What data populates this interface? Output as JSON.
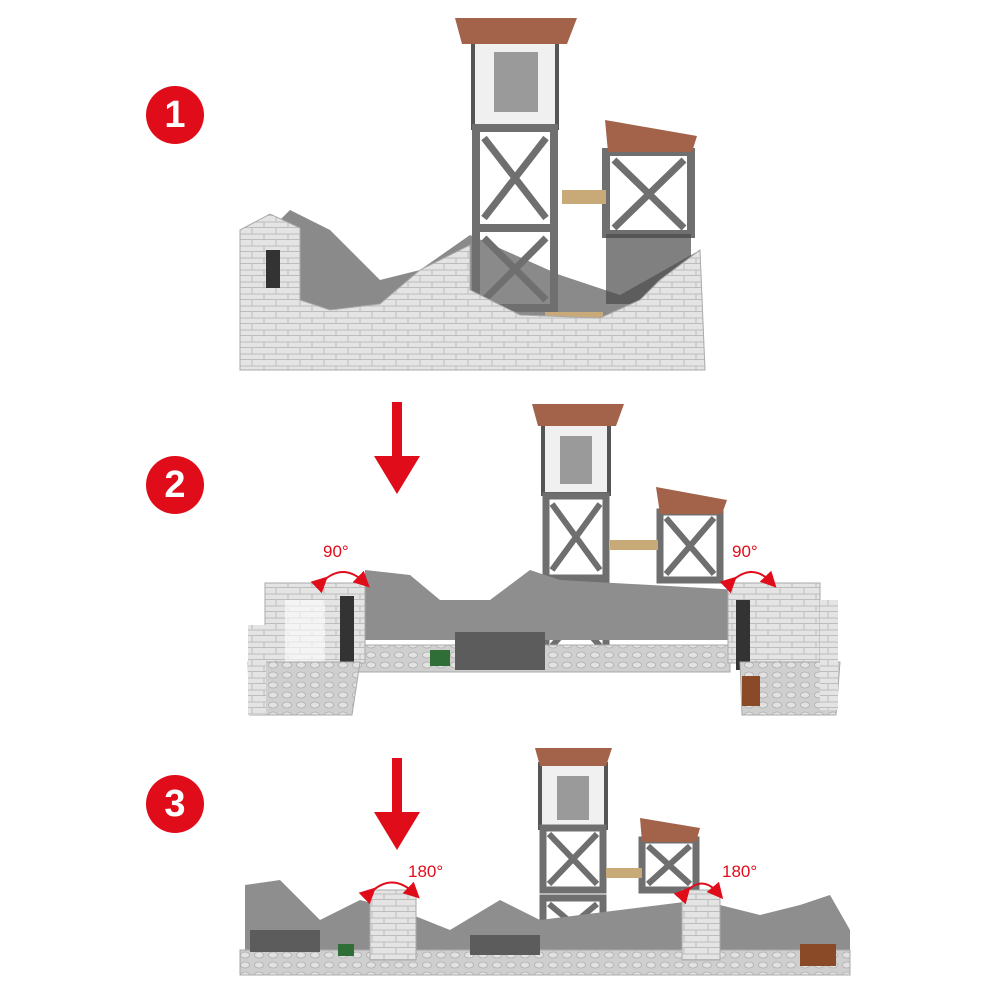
{
  "steps": [
    {
      "number": "1"
    },
    {
      "number": "2",
      "left_angle": "90°",
      "right_angle": "90°"
    },
    {
      "number": "3",
      "left_angle": "180°",
      "right_angle": "180°"
    }
  ],
  "colors": {
    "accent_red": "#e10c1a",
    "brick_light": "#e6e6e6",
    "brick_mid": "#c9c9c9",
    "frame_gray": "#6f6f6f",
    "frame_dark": "#3b3b3b",
    "roof_brown": "#a3624a",
    "crate_tan": "#c7aa78",
    "baseplate": "#d3d3d3"
  },
  "icons": [
    "down-arrow-icon",
    "rotate-arrow-icon"
  ]
}
